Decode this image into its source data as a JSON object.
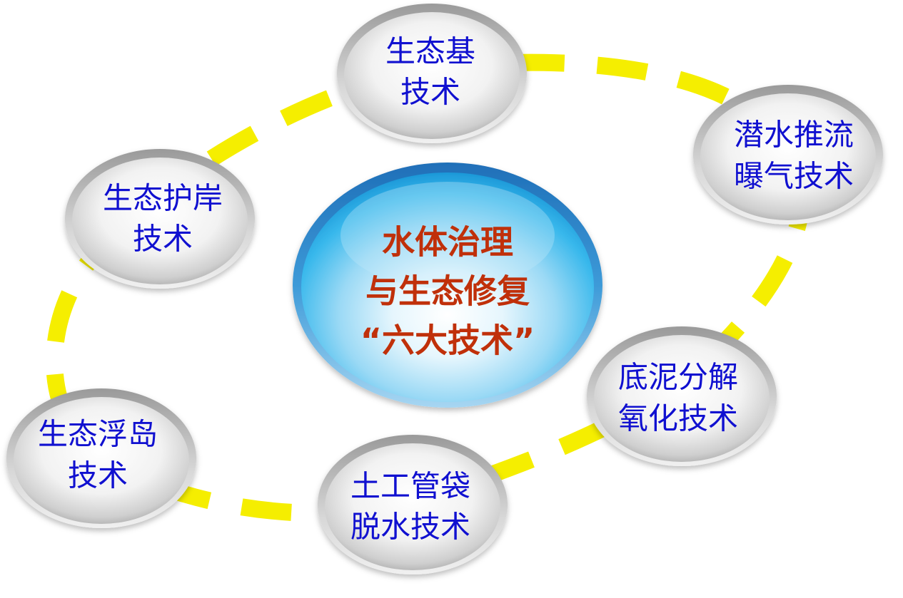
{
  "diagram": {
    "center": {
      "lines": [
        "水体治理",
        "与生态修复",
        "“六大技术”"
      ]
    },
    "nodes": [
      {
        "id": "eco-base",
        "lines": [
          "生态基",
          "技术"
        ]
      },
      {
        "id": "submersible-aeration",
        "lines": [
          "潜水推流",
          "曝气技术"
        ]
      },
      {
        "id": "sediment-oxidation",
        "lines": [
          "底泥分解",
          "氧化技术"
        ]
      },
      {
        "id": "geotube-dewatering",
        "lines": [
          "土工管袋",
          "脱水技术"
        ]
      },
      {
        "id": "floating-island",
        "lines": [
          "生态浮岛",
          "技术"
        ]
      },
      {
        "id": "eco-bank",
        "lines": [
          "生态护岸",
          "技术"
        ]
      }
    ]
  },
  "colors": {
    "ring": "#f5ee00",
    "node_text": "#1010d0",
    "center_text": "#c0300a",
    "center_fill": "#38b8ec",
    "node_fill": "#c8c8c8"
  }
}
